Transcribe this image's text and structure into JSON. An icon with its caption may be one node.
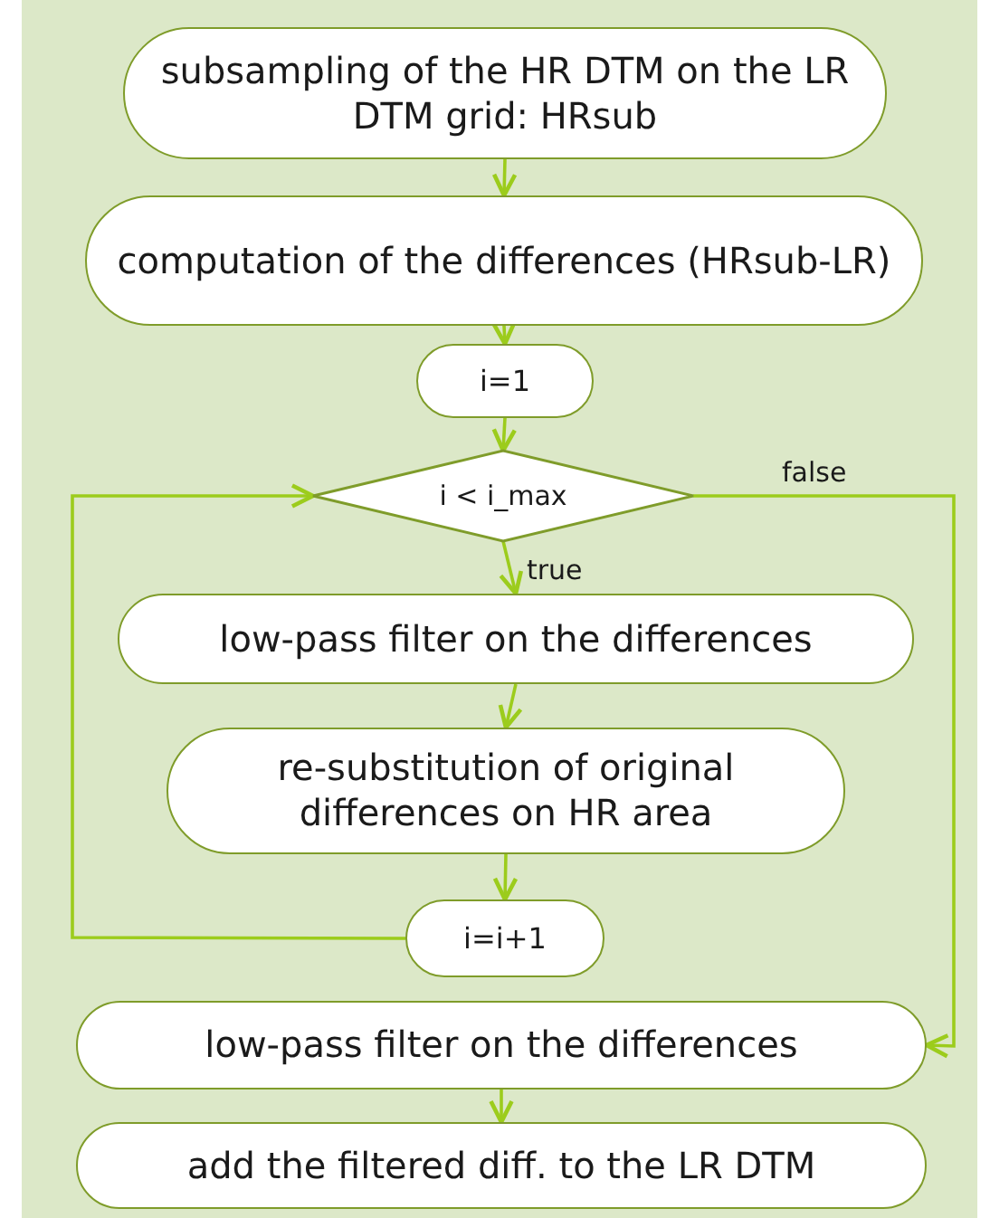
{
  "diagram": {
    "nodes": [
      {
        "text": [
          "subsampling of the HR DTM on the LR DTM grid: HRsub"
        ]
      },
      {
        "text": [
          "computation of the differences (HRsub-LR)"
        ]
      },
      {
        "text": [
          "i=1"
        ]
      },
      {
        "text": [
          "i < i_max"
        ]
      },
      {
        "text": [
          "low-pass filter on the differences"
        ]
      },
      {
        "text": [
          "re-substitution of original differences on HR area"
        ]
      },
      {
        "text": [
          "i=i+1"
        ]
      },
      {
        "text": [
          "low-pass filter on the differences"
        ]
      },
      {
        "text": [
          "add the filtered diff. to the LR DTM"
        ]
      }
    ],
    "edges": [
      {
        "from": 0,
        "to": 1,
        "arrow": "to"
      },
      {
        "from": 1,
        "to": 2,
        "arrow": "to"
      },
      {
        "from": 2,
        "to": 3,
        "arrow": "to"
      },
      {
        "from": 3,
        "to": 4,
        "arrow": "to",
        "label": "true"
      },
      {
        "from": 4,
        "to": 5,
        "arrow": "to"
      },
      {
        "from": 5,
        "to": 6,
        "arrow": "to"
      },
      {
        "from": 6,
        "to": 3,
        "arrow": "to"
      },
      {
        "from": 3,
        "to": 7,
        "arrow": "to",
        "label": "false"
      },
      {
        "from": 7,
        "to": 8,
        "arrow": "to"
      }
    ]
  }
}
